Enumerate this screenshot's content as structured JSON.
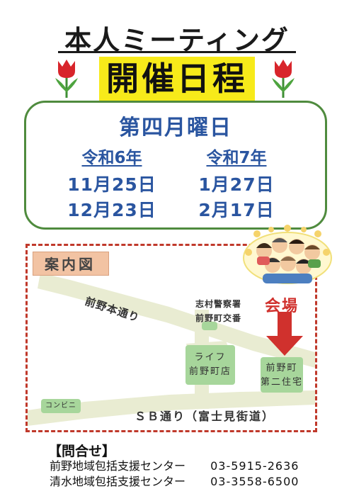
{
  "header": {
    "title": "本人ミーティング",
    "subtitle": "開催日程"
  },
  "schedule": {
    "heading": "第四月曜日",
    "columns": [
      {
        "year": "令和6年",
        "dates": [
          "11月25日",
          "12月23日"
        ]
      },
      {
        "year": "令和7年",
        "dates": [
          "1月27日",
          "2月17日"
        ]
      }
    ]
  },
  "map": {
    "label": "案内図",
    "road_main": "前野本通り",
    "road_sb": "ＳＢ通り（富士見街道）",
    "police_line1": "志村警察署",
    "police_line2": "前野町交番",
    "store_line1": "ライフ",
    "store_line2": "前野町店",
    "venue_line1": "前野町",
    "venue_line2": "第二住宅",
    "convenience": "コンビニ",
    "venue_marker": "会場"
  },
  "contact": {
    "heading": "【問合せ】",
    "items": [
      {
        "name": "前野地域包括支援センター",
        "tel": "03-5915-2636"
      },
      {
        "name": "清水地域包括支援センター",
        "tel": "03-3558-6500"
      }
    ]
  },
  "colors": {
    "title_highlight": "#f7ea1a",
    "schedule_text": "#2a55a0",
    "box_border": "#4f8b3e",
    "map_border": "#c0392b",
    "venue_red": "#d0312d",
    "map_block_green": "#a7d69b",
    "road_color": "#e9ecd2"
  }
}
